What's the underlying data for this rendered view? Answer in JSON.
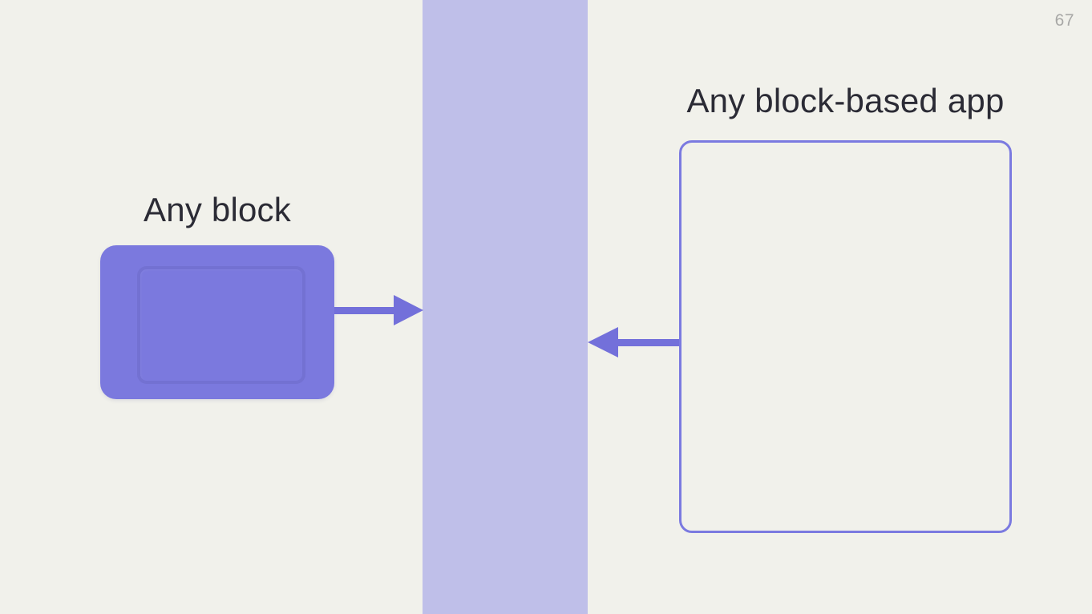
{
  "page": {
    "page_number": "67",
    "background_color": "#f1f1eb",
    "band_color": "#bfbfe9",
    "block_fill_color": "#7b79de",
    "arrow_color": "#7370da",
    "outline_color": "#7b7ae0",
    "text_color": "#2b2b35"
  },
  "left_group": {
    "label": "Any block"
  },
  "right_group": {
    "label": "Any block-based app"
  }
}
